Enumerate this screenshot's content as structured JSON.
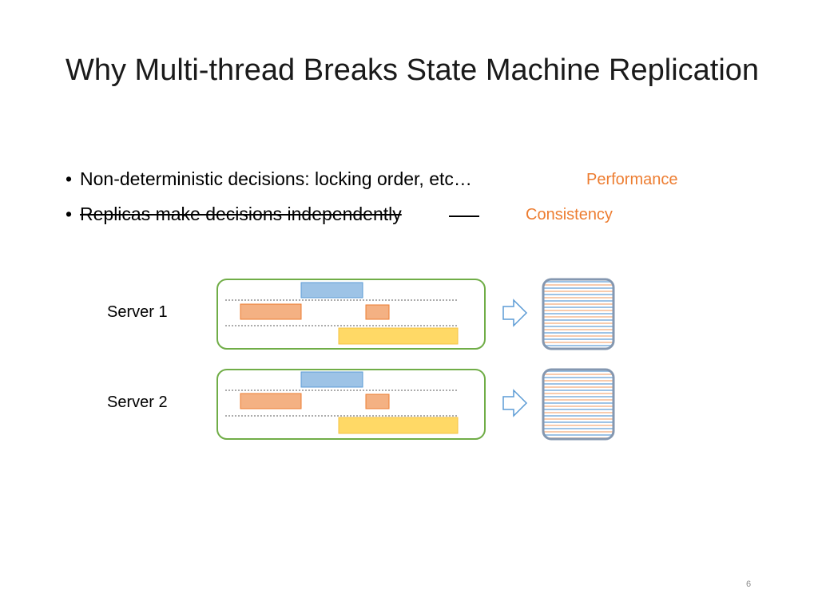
{
  "slide": {
    "title": "Why Multi-thread Breaks State Machine Replication",
    "page_number": "6"
  },
  "bullets": [
    {
      "text": "Non-deterministic decisions: locking order, etc…",
      "tag": "Performance"
    },
    {
      "text": "Replicas make decisions independently",
      "tag": "Consistency"
    }
  ],
  "servers": [
    {
      "label": "Server 1"
    },
    {
      "label": "Server 2"
    }
  ],
  "colors": {
    "tag": "#ed7d31",
    "server_box_border": "#70ad47",
    "thread_blue": "#9dc3e6",
    "thread_orange": "#f4b183",
    "thread_yellow": "#ffd966",
    "state_border": "#8497b0",
    "arrow": "#5b9bd5"
  },
  "icons": [
    "bullet-dot",
    "right-arrow-icon",
    "state-grid-icon"
  ]
}
